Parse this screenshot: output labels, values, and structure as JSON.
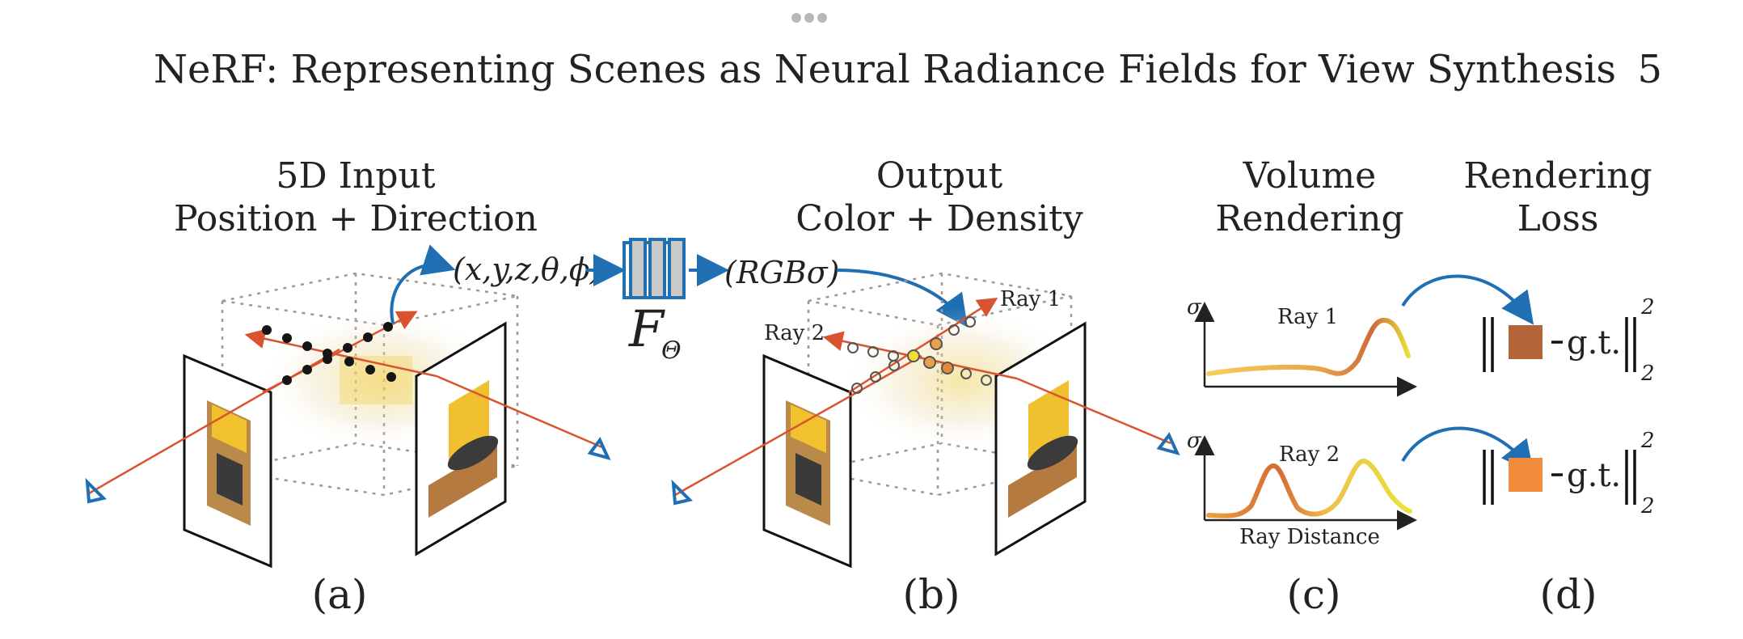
{
  "header": {
    "title": "NeRF: Representing Scenes as Neural Radiance Fields for View Synthesis",
    "page_number": "5"
  },
  "figure": {
    "input_title_line1": "5D Input",
    "input_title_line2": "Position + Direction",
    "input_tuple": "(x,y,z,θ,ϕ)",
    "network_label": "F",
    "network_subscript": "Θ",
    "output_title_line1": "Output",
    "output_title_line2": "Color + Density",
    "output_tuple": "(RGBσ)",
    "ray1_label": "Ray 1",
    "ray2_label": "Ray 2",
    "volume_title_line1": "Volume",
    "volume_title_line2": "Rendering",
    "loss_title_line1": "Rendering",
    "loss_title_line2": "Loss",
    "sigma_symbol": "σ",
    "plot_ray1_label": "Ray 1",
    "plot_ray2_label": "Ray 2",
    "ray_distance_label": "Ray Distance",
    "gt_label": "g.t.",
    "norm_sup": "2",
    "norm_sub": "2",
    "panel_a": "(a)",
    "panel_b": "(b)",
    "panel_c": "(c)",
    "panel_d": "(d)"
  },
  "colors": {
    "blue": "#1f6fb2",
    "ray": "#d9542e",
    "ray1_swatch": "#b3653a",
    "ray2_swatch": "#f28c3c",
    "curve_start": "#f2c14e",
    "curve_end": "#e8e03a",
    "curve_peak": "#d2703a"
  }
}
